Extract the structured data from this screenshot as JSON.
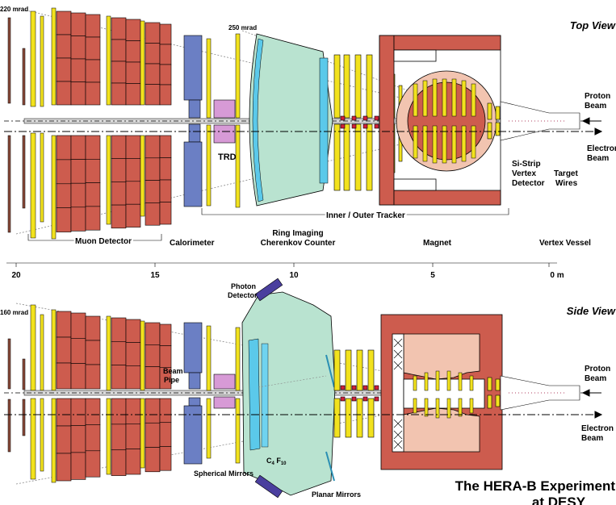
{
  "top_view": {
    "title": "Top View",
    "angle_outer": "220 mrad",
    "angle_rich": "250 mrad",
    "labels": {
      "trd": "TRD",
      "proton_beam_1": "Proton",
      "proton_beam_2": "Beam",
      "electron_beam_1": "Electron",
      "electron_beam_2": "Beam",
      "sistrip_1": "Si-Strip",
      "sistrip_2": "Vertex",
      "sistrip_3": "Detector",
      "target_1": "Target",
      "target_2": "Wires",
      "tracker": "Inner / Outer Tracker",
      "muon": "Muon Detector",
      "calorimeter": "Calorimeter",
      "rich_1": "Ring Imaging",
      "rich_2": "Cherenkov Counter",
      "magnet": "Magnet",
      "vessel": "Vertex Vessel"
    }
  },
  "scale": {
    "ticks": [
      "20",
      "15",
      "10",
      "5",
      "0 m"
    ]
  },
  "side_view": {
    "title": "Side View",
    "angle_outer": "160 mrad",
    "labels": {
      "photon_1": "Photon",
      "photon_2": "Detector",
      "beampipe_1": "Beam",
      "beampipe_2": "Pipe",
      "proton_beam_1": "Proton",
      "proton_beam_2": "Beam",
      "electron_beam_1": "Electron",
      "electron_beam_2": "Beam",
      "gas_main": "C",
      "gas_sub1": "4",
      "gas_mid": " F",
      "gas_sub2": "10",
      "spherical": "Spherical Mirrors",
      "planar": "Planar Mirrors"
    }
  },
  "caption": {
    "line1": "The HERA-B Experiment",
    "line2": "at DESY"
  },
  "colors": {
    "muon": "#cd5c4e",
    "yellow": "#f2e21e",
    "calorimeter": "#6b7fc4",
    "trd": "#d79ad6",
    "rich_gas": "#b9e3d0",
    "rich_mirror": "#5bc9ea",
    "magnet": "#cd5c4e",
    "magnet_inner": "#f2c4b0",
    "photon_detector": "#4a3f9e"
  }
}
